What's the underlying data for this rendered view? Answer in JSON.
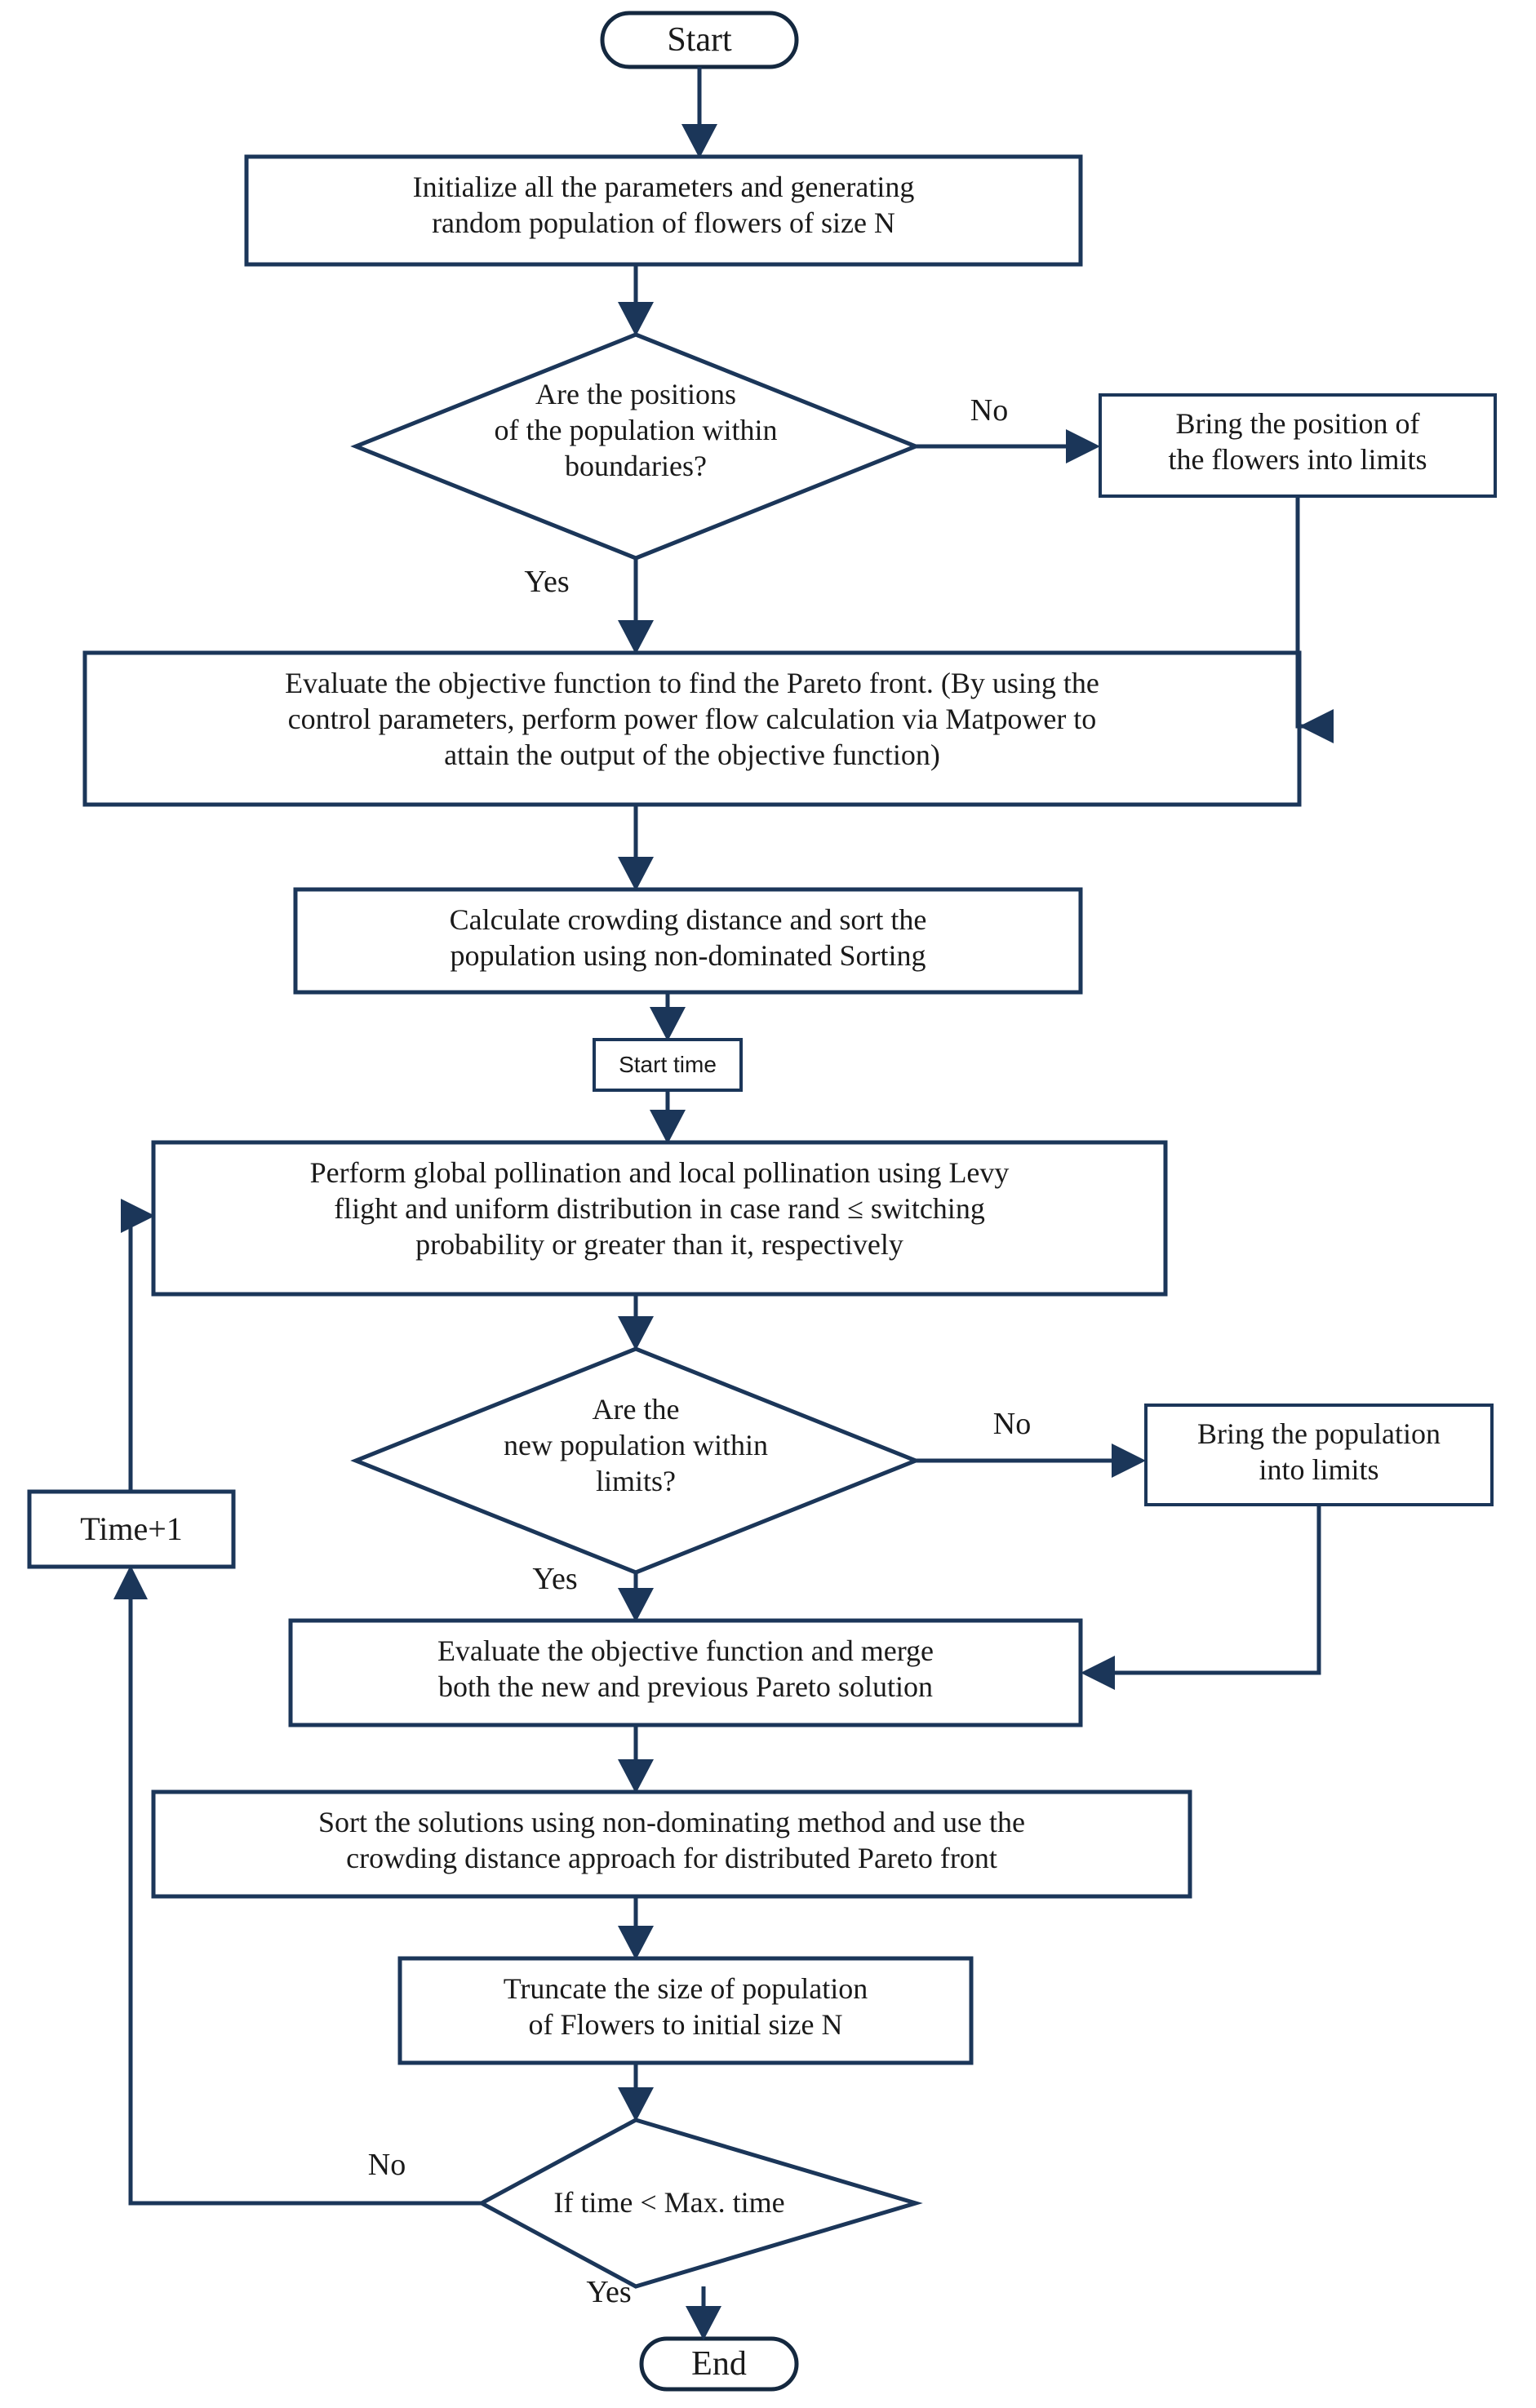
{
  "diagram": {
    "title": "Multi-objective Flower Pollination Algorithm flowchart",
    "accent_color": "#1b3659",
    "background_color": "#ffffff",
    "text_color": "#1a1a1a"
  },
  "nodes": {
    "start": {
      "label": "Start",
      "shape": "terminator"
    },
    "initialize": {
      "label": "Initialize all the parameters and generating\nrandom population of flowers of size N",
      "shape": "process"
    },
    "check_positions": {
      "label": "Are the positions\nof the population within\nboundaries?",
      "shape": "decision"
    },
    "bring_position": {
      "label": "Bring the position of\nthe flowers into limits",
      "shape": "process"
    },
    "evaluate_pareto": {
      "label": "Evaluate the objective function to find the Pareto front. (By using  the\ncontrol parameters, perform power flow calculation via  Matpower to\nattain the output of the objective function)",
      "shape": "process"
    },
    "crowding_sort": {
      "label": "Calculate crowding distance and sort the\npopulation using non-dominated Sorting",
      "shape": "process"
    },
    "start_time": {
      "label": "Start time",
      "shape": "process"
    },
    "pollination": {
      "label": "Perform global pollination and local pollination using Levy\nflight and uniform distribution in case rand ≤ switching\nprobability or greater than it, respectively",
      "shape": "process"
    },
    "check_new_population": {
      "label": "Are the\nnew population within\nlimits?",
      "shape": "decision"
    },
    "bring_population": {
      "label": "Bring the population\ninto limits",
      "shape": "process"
    },
    "time_plus_one": {
      "label": "Time+1",
      "shape": "process"
    },
    "evaluate_merge": {
      "label": "Evaluate the objective function and merge\nboth  the new and previous Pareto solution",
      "shape": "process"
    },
    "sort_solutions": {
      "label": "Sort the solutions using non-dominating method and use the\ncrowding distance approach for distributed Pareto front",
      "shape": "process"
    },
    "truncate": {
      "label": "Truncate the size of population\nof Flowers to initial size N",
      "shape": "process"
    },
    "check_time": {
      "label": "If time < Max. time",
      "shape": "decision"
    },
    "end": {
      "label": "End",
      "shape": "terminator"
    }
  },
  "edge_labels": {
    "positions_no": "No",
    "positions_yes": "Yes",
    "new_population_no": "No",
    "new_population_yes": "Yes",
    "time_no": "No",
    "time_yes": "Yes"
  }
}
